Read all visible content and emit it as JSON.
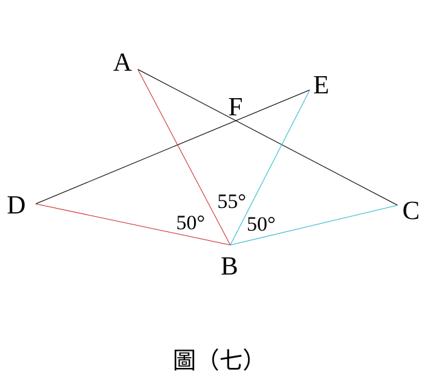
{
  "colors": {
    "black": "#000000",
    "red": "#cc3333",
    "cyan": "#33bbcc"
  },
  "points": {
    "A": "A",
    "B": "B",
    "C": "C",
    "D": "D",
    "E": "E",
    "F": "F"
  },
  "angles": {
    "dba": "50°",
    "abe": "55°",
    "ebc": "50°"
  },
  "caption": "圖（七）"
}
